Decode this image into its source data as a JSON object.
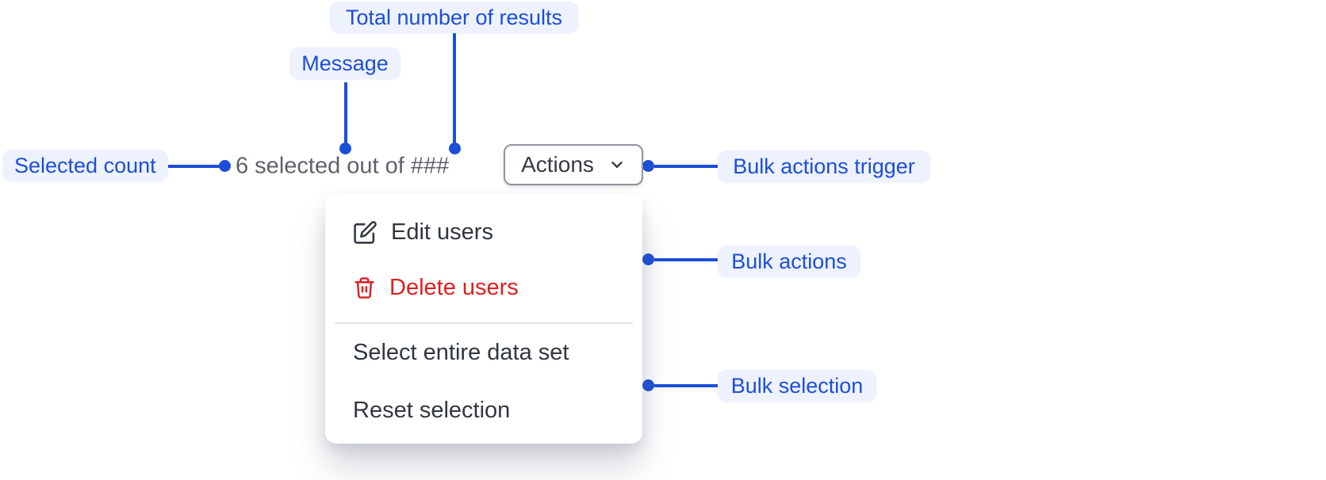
{
  "annotations": {
    "total_results": "Total number of results",
    "message": "Message",
    "selected_count": "Selected count",
    "bulk_actions_trigger": "Bulk actions trigger",
    "bulk_actions": "Bulk actions",
    "bulk_selection": "Bulk selection"
  },
  "bulk_bar": {
    "message": "6 selected out of ###",
    "actions_button": "Actions"
  },
  "menu": {
    "items": [
      {
        "label": "Edit users",
        "icon": "edit-icon",
        "variant": "default"
      },
      {
        "label": "Delete users",
        "icon": "trash-icon",
        "variant": "destructive"
      },
      {
        "label": "Select entire data set",
        "icon": "",
        "variant": "default"
      },
      {
        "label": "Reset selection",
        "icon": "",
        "variant": "default"
      }
    ]
  },
  "colors": {
    "annotation_text": "#1d4ed8",
    "annotation_bg": "#eef2ff",
    "connector": "#1d4ed8",
    "message_text": "#5d6269",
    "menu_text": "#30373e",
    "destructive": "#e01e1e",
    "button_border": "#8e959e",
    "divider": "#e4e4e6",
    "background": "#ffffff"
  }
}
